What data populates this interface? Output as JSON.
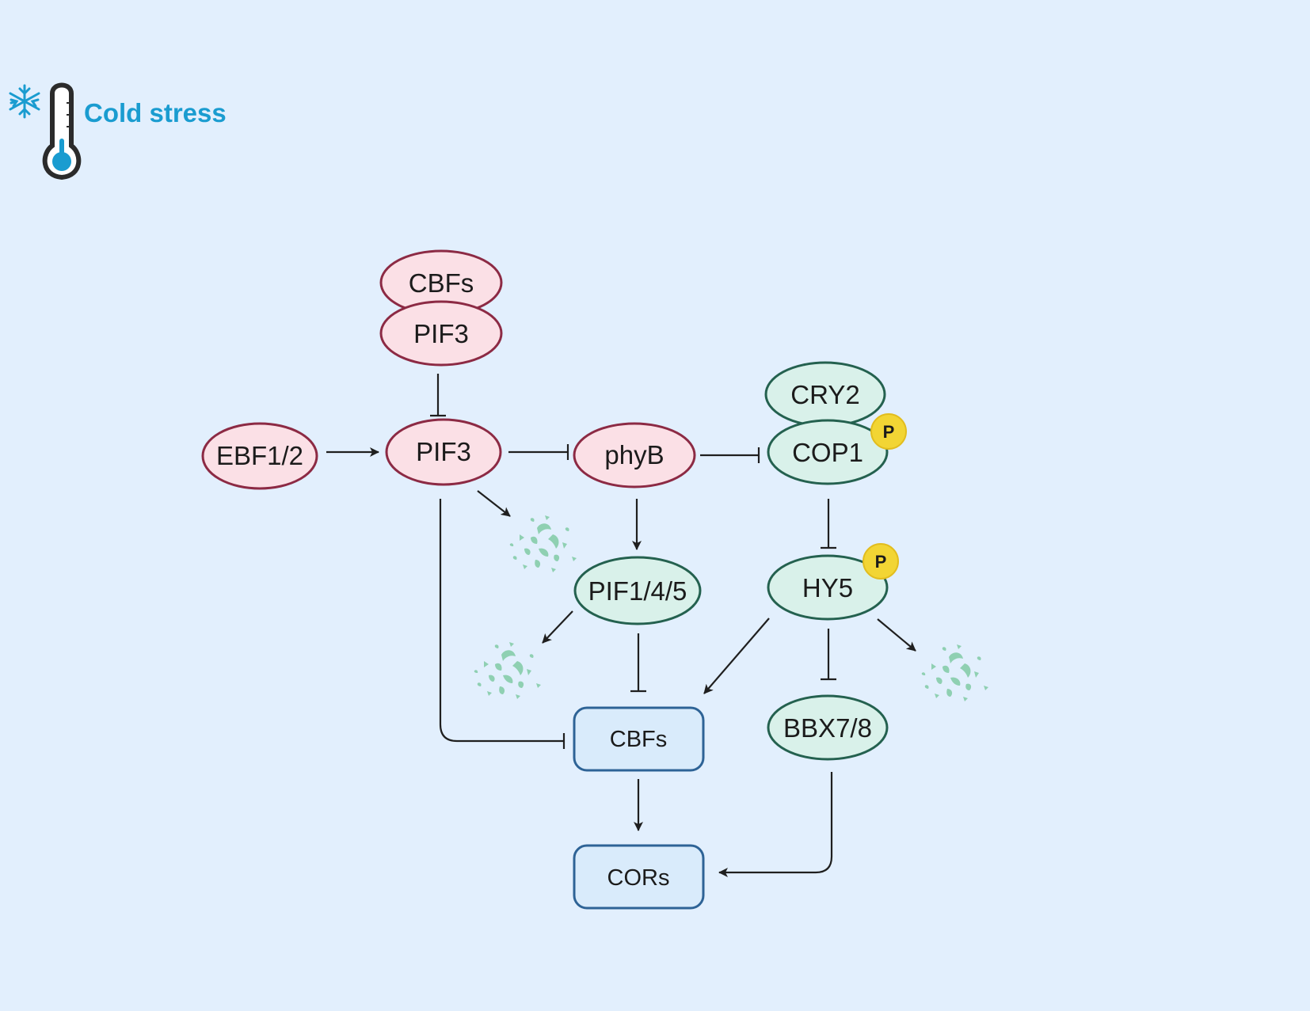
{
  "header": {
    "title": "Cold stress",
    "icon": "thermometer-snowflake-icon",
    "accent_color": "#1a9cd0"
  },
  "colors": {
    "red_fill": "#fbe0e6",
    "red_stroke": "#8c2a44",
    "green_fill": "#d9f1ea",
    "green_stroke": "#24614f",
    "box_fill": "#d9ebfb",
    "box_stroke": "#2e6396",
    "phospho_fill": "#f2d534",
    "fragment_color": "#8fd0b2"
  },
  "nodes": {
    "cbfs_complex": "CBFs",
    "pif3_complex": "PIF3",
    "ebf12": "EBF1/2",
    "pif3": "PIF3",
    "phyb": "phyB",
    "cry2": "CRY2",
    "cop1": "COP1",
    "pif145": "PIF1/4/5",
    "hy5": "HY5",
    "bbx78": "BBX7/8",
    "cbfs": "CBFs",
    "cors": "CORs"
  },
  "phospho": {
    "label": "P"
  },
  "edges": [
    {
      "from": "cbfs_complex",
      "to": "pif3",
      "type": "inhibit"
    },
    {
      "from": "ebf12",
      "to": "pif3",
      "type": "activate"
    },
    {
      "from": "pif3",
      "to": "phyb",
      "type": "inhibit"
    },
    {
      "from": "phyb",
      "to": "cop1",
      "type": "inhibit"
    },
    {
      "from": "pif3",
      "to": "degradation",
      "type": "activate"
    },
    {
      "from": "phyb",
      "to": "pif145",
      "type": "activate"
    },
    {
      "from": "cop1",
      "to": "hy5",
      "type": "inhibit"
    },
    {
      "from": "pif145",
      "to": "degradation",
      "type": "activate"
    },
    {
      "from": "pif145",
      "to": "cbfs",
      "type": "inhibit"
    },
    {
      "from": "hy5",
      "to": "cbfs",
      "type": "activate"
    },
    {
      "from": "hy5",
      "to": "bbx78",
      "type": "inhibit"
    },
    {
      "from": "hy5",
      "to": "degradation",
      "type": "activate"
    },
    {
      "from": "pif3",
      "to": "cbfs",
      "type": "inhibit"
    },
    {
      "from": "cbfs",
      "to": "cors",
      "type": "activate"
    },
    {
      "from": "bbx78",
      "to": "cors",
      "type": "activate"
    }
  ]
}
